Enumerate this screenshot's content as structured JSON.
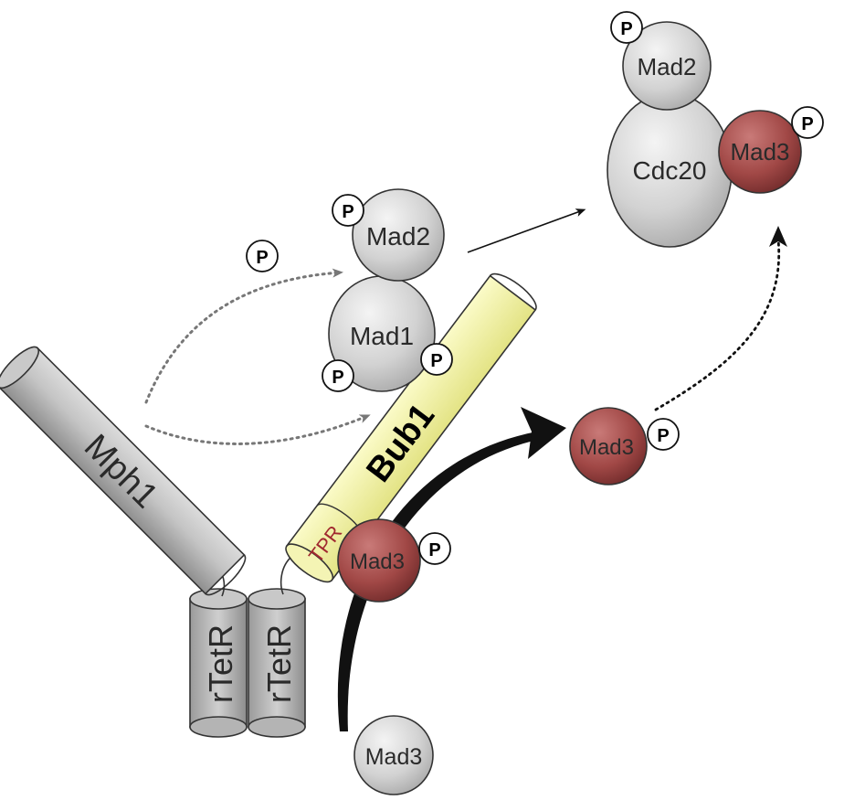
{
  "labels": {
    "mph1": "Mph1",
    "bub1": "Bub1",
    "tpr": "TPR",
    "rtetr_left": "rTetR",
    "rtetr_right": "rTetR",
    "mad1": "Mad1",
    "mad2_center": "Mad2",
    "mad2_top": "Mad2",
    "cdc20": "Cdc20",
    "mad3_complex": "Mad3",
    "mad3_right": "Mad3",
    "mad3_bound": "Mad3",
    "mad3_free": "Mad3",
    "phospho": "P"
  },
  "colors": {
    "grey_fill": "#d6d6d6",
    "cylinder_fill": "#bdbdbd",
    "bub1_fill": "#f2f29a",
    "mad3_red": "#a94a4a",
    "tpr_text": "#a0282f",
    "outline": "#333333"
  }
}
